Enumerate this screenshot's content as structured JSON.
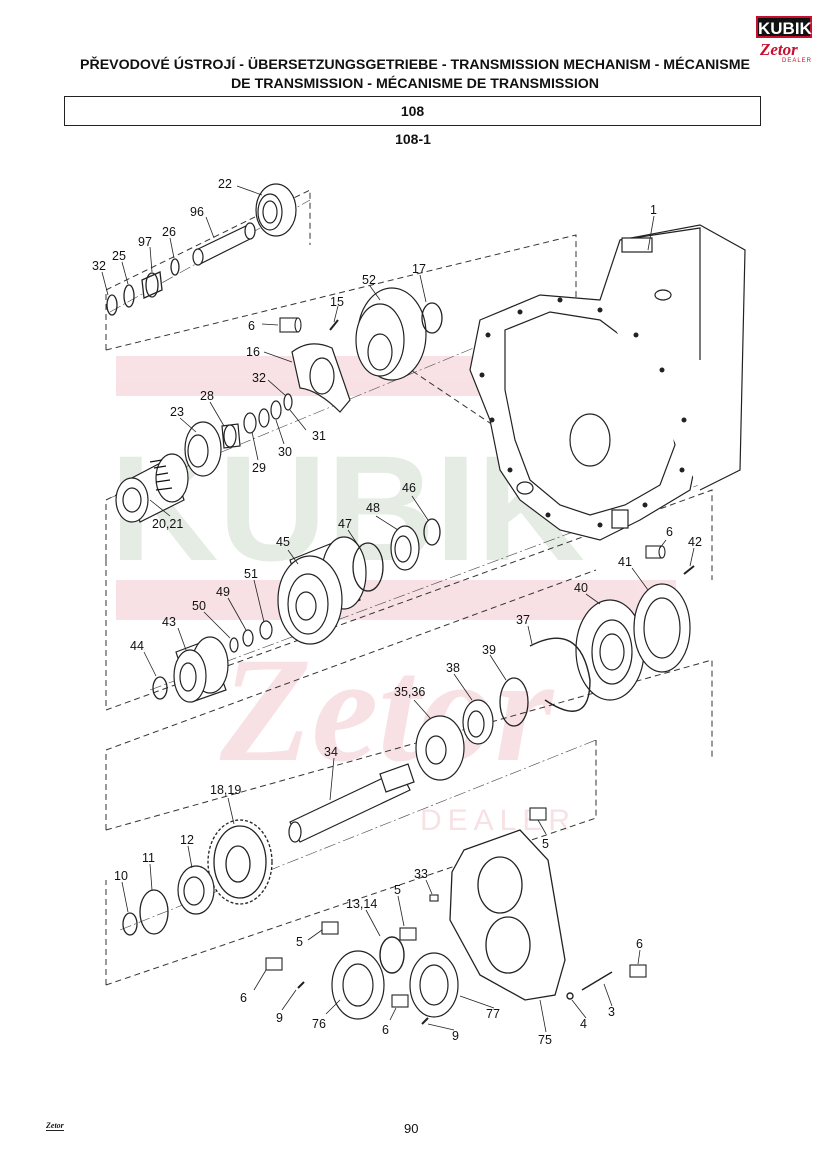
{
  "header": {
    "title": "PŘEVODOVÉ ÚSTROJÍ - ÜBERSETZUNGSGETRIEBE - TRANSMISSION MECHANISM - MÉCANISME DE TRANSMISSION - MÉCANISME DE TRANSMISSION",
    "group_code": "108",
    "figure_code": "108-1"
  },
  "logo": {
    "brand": "KUBIK",
    "make": "Zetor",
    "dealer": "DEALER"
  },
  "watermark": {
    "brand": "KUBIK",
    "make": "Zetor",
    "dealer": "DEALER"
  },
  "callouts": {
    "c22": "22",
    "c96": "96",
    "c97": "97",
    "c26": "26",
    "c25": "25",
    "c32a": "32",
    "c6a": "6",
    "c15": "15",
    "c52": "52",
    "c17": "17",
    "c1": "1",
    "c16": "16",
    "c32b": "32",
    "c31": "31",
    "c30": "30",
    "c29": "29",
    "c28": "28",
    "c23": "23",
    "c2021": "20,21",
    "c46": "46",
    "c48": "48",
    "c47": "47",
    "c45": "45",
    "c51": "51",
    "c49": "49",
    "c50": "50",
    "c43": "43",
    "c44": "44",
    "c6b": "6",
    "c42": "42",
    "c41": "41",
    "c40": "40",
    "c37": "37",
    "c39": "39",
    "c38": "38",
    "c3536": "35,36",
    "c34": "34",
    "c1819": "18,19",
    "c12": "12",
    "c11": "11",
    "c10": "10",
    "c5a": "5",
    "c33": "33",
    "c5b": "5",
    "c1314": "13,14",
    "c5c": "5",
    "c6c": "6",
    "c9a": "9",
    "c76": "76",
    "c6d": "6",
    "c9b": "9",
    "c77": "77",
    "c75": "75",
    "c4": "4",
    "c3": "3",
    "c6e": "6"
  },
  "footer": {
    "brand": "Zetor",
    "page": "90"
  }
}
